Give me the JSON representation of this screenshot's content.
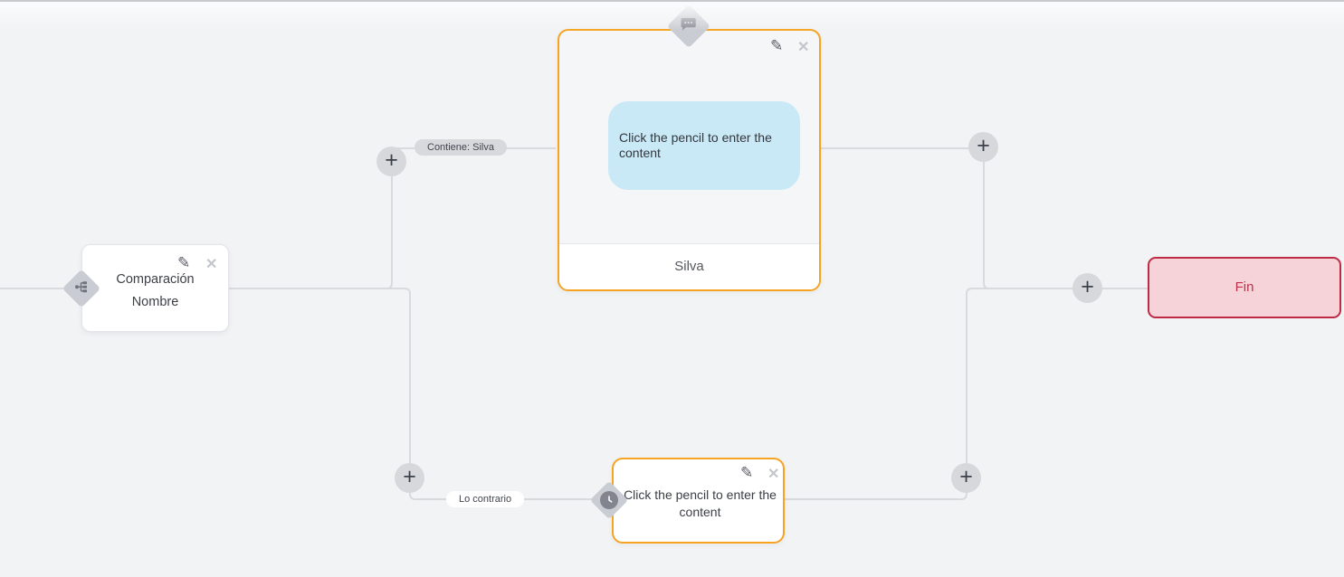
{
  "icons": {
    "plus": "+",
    "pencil": "✎",
    "close": "✕"
  },
  "colors": {
    "canvas_background": "#f1f3f5",
    "connector_line": "#d8dade",
    "node_accent_orange": "#f5a320",
    "end_node_border": "#bf2b45",
    "end_node_background": "#f5d3d8",
    "chat_bubble_blue": "#c9e9f7"
  },
  "condition_node": {
    "title_line1": "Comparación",
    "title_line2": "Nombre"
  },
  "branch_labels": {
    "contains": "Contiene: Silva",
    "otherwise": "Lo contrario"
  },
  "message_node": {
    "bubble_text": "Click the pencil to enter the content",
    "footer_label": "Silva"
  },
  "delay_node": {
    "placeholder_text": "Click the pencil to enter the content"
  },
  "end_node": {
    "label": "Fin"
  }
}
